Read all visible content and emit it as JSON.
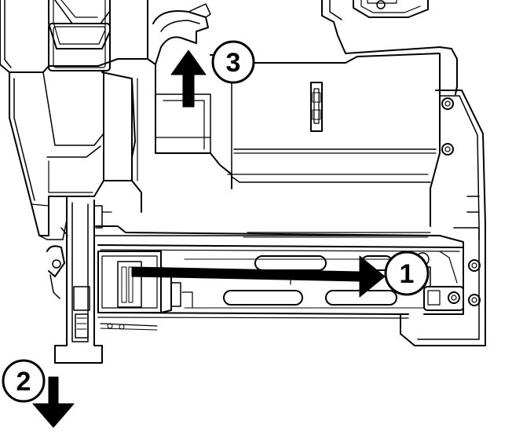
{
  "diagram": {
    "colors": {
      "line": "#000000",
      "fill": "#ffffff",
      "shade": "#f2f2f2"
    },
    "steps": [
      {
        "label": "1",
        "arrow_direction": "right"
      },
      {
        "label": "2",
        "arrow_direction": "down"
      },
      {
        "label": "3",
        "arrow_direction": "up"
      }
    ]
  }
}
